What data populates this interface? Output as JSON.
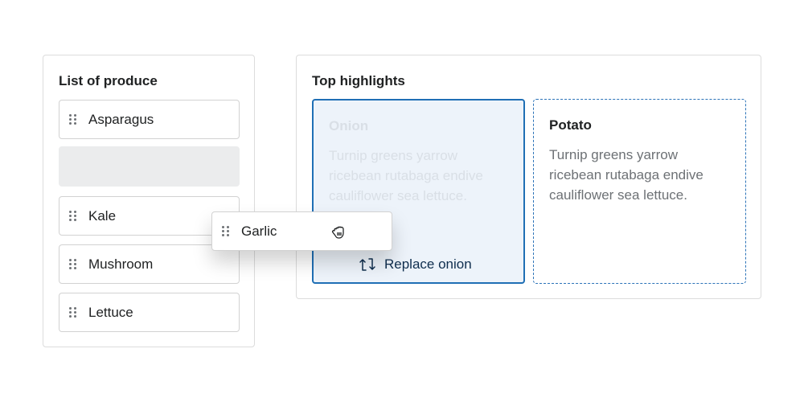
{
  "produce_list": {
    "title": "List of produce",
    "items": [
      "Asparagus",
      "Kale",
      "Mushroom",
      "Lettuce"
    ]
  },
  "highlights": {
    "title": "Top highlights",
    "cards": [
      {
        "title": "Onion",
        "body": "Turnip greens yarrow ricebean rutabaga endive cauliflower sea lettuce."
      },
      {
        "title": "Potato",
        "body": "Turnip greens yarrow ricebean rutabaga endive cauliflower sea lettuce."
      }
    ],
    "drop_hint": "Replace onion"
  },
  "dragging_item": {
    "label": "Garlic"
  },
  "colors": {
    "accent": "#1f6fb5",
    "placeholder": "#ebeced",
    "drop_target_bg": "#edf3fa"
  }
}
